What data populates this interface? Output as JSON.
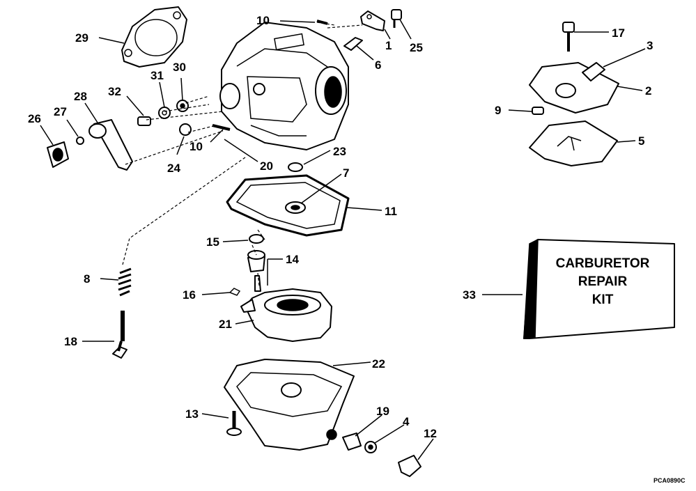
{
  "callouts": [
    {
      "id": "c10a",
      "label": "10"
    },
    {
      "id": "c1",
      "label": "1"
    },
    {
      "id": "c25",
      "label": "25"
    },
    {
      "id": "c6",
      "label": "6"
    },
    {
      "id": "c29",
      "label": "29"
    },
    {
      "id": "c31",
      "label": "31"
    },
    {
      "id": "c30",
      "label": "30"
    },
    {
      "id": "c32",
      "label": "32"
    },
    {
      "id": "c28",
      "label": "28"
    },
    {
      "id": "c27",
      "label": "27"
    },
    {
      "id": "c26",
      "label": "26"
    },
    {
      "id": "c10b",
      "label": "10"
    },
    {
      "id": "c24",
      "label": "24"
    },
    {
      "id": "c20",
      "label": "20"
    },
    {
      "id": "c23",
      "label": "23"
    },
    {
      "id": "c7",
      "label": "7"
    },
    {
      "id": "c11",
      "label": "11"
    },
    {
      "id": "c15",
      "label": "15"
    },
    {
      "id": "c14",
      "label": "14"
    },
    {
      "id": "c8",
      "label": "8"
    },
    {
      "id": "c16",
      "label": "16"
    },
    {
      "id": "c21",
      "label": "21"
    },
    {
      "id": "c18",
      "label": "18"
    },
    {
      "id": "c22",
      "label": "22"
    },
    {
      "id": "c13",
      "label": "13"
    },
    {
      "id": "c19",
      "label": "19"
    },
    {
      "id": "c4",
      "label": "4"
    },
    {
      "id": "c12",
      "label": "12"
    },
    {
      "id": "c17",
      "label": "17"
    },
    {
      "id": "c3",
      "label": "3"
    },
    {
      "id": "c2",
      "label": "2"
    },
    {
      "id": "c9",
      "label": "9"
    },
    {
      "id": "c5",
      "label": "5"
    },
    {
      "id": "c33",
      "label": "33"
    }
  ],
  "kit_box": {
    "lines": [
      "CARBURETOR",
      "REPAIR",
      "KIT"
    ]
  },
  "drawing_code": "PCA0890C"
}
